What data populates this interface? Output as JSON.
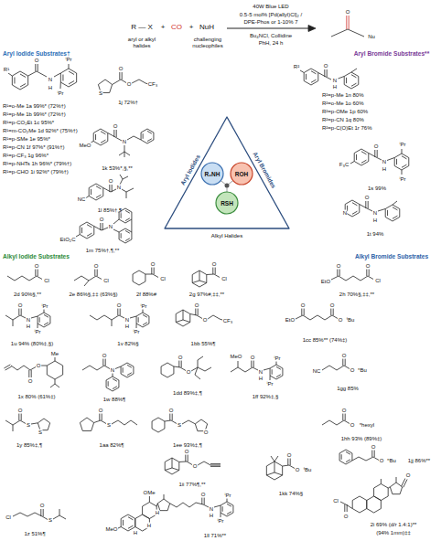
{
  "diagram": {
    "nodes": [
      {
        "text": [
          "R₂NH"
        ]
      },
      {
        "text": [
          "ROH"
        ]
      },
      {
        "text": [
          "RSH"
        ]
      }
    ],
    "labels": [
      "R — X",
      "+",
      "CO",
      "+",
      "NuH",
      "aryl or alkyl halides",
      "challenging nucleophiles",
      "40W Blue LED",
      "0.5-5 mol% [Pd(allyl)Cl]₂ /",
      "DPE-Phos or 1-10% 7",
      "Bu₄NCl, Collidine",
      "PhH, 24 h",
      "O",
      "Nu",
      "Aryl Iodide Substrates†",
      "Aryl Bromide Substrates**",
      "R¹",
      "O",
      "N",
      "H",
      "ⁱPr",
      "ⁱPr",
      "R¹=o-Me 1a 99%* (72%†)",
      "R¹=p-Me 1b 99%* (72%†)",
      "R¹=p-CO₂Et 1c 95%*",
      "R¹=m-CO₂Me 1d 92%* (75%†)",
      "R¹=p-SMe 1e 95%*",
      "R¹=p-CN 1f 97%* (91%†)",
      "R¹=p-CF₃ 1g 96%*",
      "R¹=p-NHTs 1h 96%* (79%†)",
      "R¹=p-CHO 1i 92%* (79%†)",
      "S",
      "O",
      "O",
      "CF₃",
      "1j 72%†",
      "MeO",
      "O",
      "N",
      "1k 53%*,§,**",
      "NC",
      "O",
      "N",
      "1l 85%†,¶",
      "EtO₂C",
      "O",
      "N",
      "1m 75%†,¶,**",
      "Aryl Iodides",
      "Aryl Bromides",
      "Alkyl Halides",
      "R²",
      "O",
      "N",
      "H",
      "R²=p-Me 1n 80%",
      "R²=o-Me 1o 60%",
      "R²=p-OMe 1p 60%",
      "R²=p-CN 1q 80%",
      "R²=p-C(O)Et 1r 76%",
      "F₃C",
      "O",
      "N",
      "H",
      "ⁱPr",
      "ⁱPr",
      "1s 99%",
      "N",
      "O",
      "N",
      "H",
      "1t 94%",
      "Alkyl Iodide Substrates",
      "Alkyl Bromide Substrates",
      "O",
      "Cl",
      "2d 90%§,**",
      "O",
      "Cl",
      "2e 86%§,‡‡ (63%§)",
      "O",
      "Cl",
      "2f 88%#",
      "O",
      "Cl",
      "2g 97%#,‡‡,**",
      "EtO",
      "O",
      "O",
      "Cl",
      "2h 70%§,‡‡,**",
      "O",
      "N",
      "H",
      "ⁱPr",
      "ⁱPr",
      "1u 94% (80%‡,§)",
      "O",
      "N",
      "H",
      "ⁱPr",
      "ⁱPr",
      "1v 82%§",
      "O",
      "O",
      "CF₃",
      "1bb 55%¶",
      "EtO",
      "O",
      "O",
      "O",
      "ᵗBu",
      "1cc 85%** (74%‡)",
      "O",
      "O",
      "Me",
      "1x 80% (61%‡)",
      "O",
      "N",
      "1w 88%¶",
      "O",
      "O",
      "1dd 89%‡,¶",
      "MeO",
      "O",
      "N",
      "H",
      "ⁱPr",
      "ⁱPr",
      "1ff 92%‡,§",
      "NC",
      "O",
      "O",
      "ⁿBu",
      "1gg 85%",
      "O",
      "S",
      "S",
      "1y 85%‡,¶",
      "O",
      "S",
      "1aa 82%¶",
      "O",
      "S",
      "O",
      "1ee 93%‡,¶",
      "O",
      "O",
      "ⁿhexyl",
      "1hh 93% (89%‡)",
      "O",
      "O",
      "1ii 77%¶,**",
      "O",
      "O",
      "ⁿBu",
      "1jj 86%**",
      "O",
      "O",
      "ᵗBu",
      "1kk 74%§",
      "Cl",
      "O",
      "O",
      "2i 69% (d/r 1.4:1)**",
      "(94% 1mm)‡‡",
      "Cl",
      "O",
      "S",
      "1z 51%¶",
      "MeO",
      "OMe",
      "H",
      "H",
      "H",
      "O",
      "N",
      "H",
      "ⁱPr",
      "ⁱPr",
      "1ll 71%**"
    ]
  }
}
